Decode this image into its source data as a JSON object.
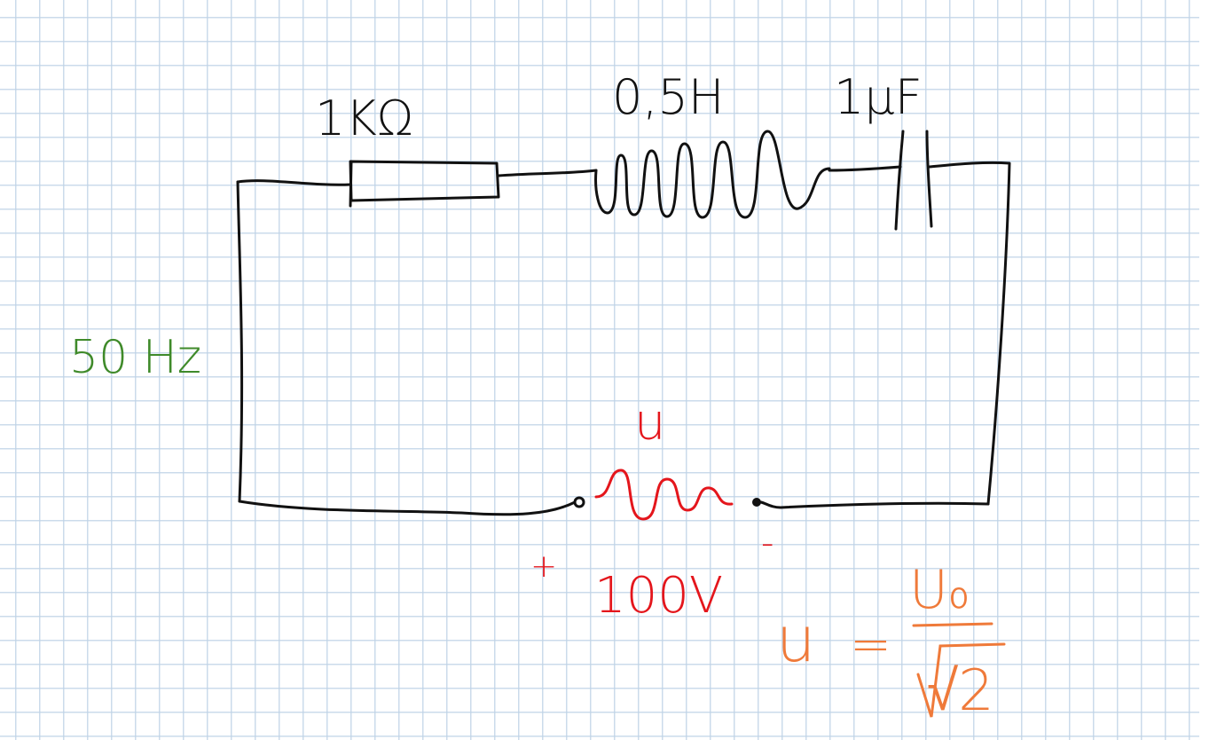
{
  "diagram": {
    "type": "RLC series circuit",
    "components": {
      "resistor": {
        "label": "1KΩ"
      },
      "inductor": {
        "label": "0,5H"
      },
      "capacitor": {
        "label": "1μF"
      },
      "source": {
        "frequency_label": "50 Hz",
        "symbol_label": "u",
        "voltage_label": "100V",
        "plus_label": "+",
        "minus_label": "-"
      }
    },
    "formula": {
      "lhs": "u",
      "equals": "=",
      "numerator": "U₀",
      "denominator": "√2"
    },
    "colors": {
      "wire": "#111111",
      "frequency": "#3f8a2a",
      "source": "#e4161c",
      "formula": "#ef7a3a",
      "grid": "#bed2e6"
    }
  }
}
